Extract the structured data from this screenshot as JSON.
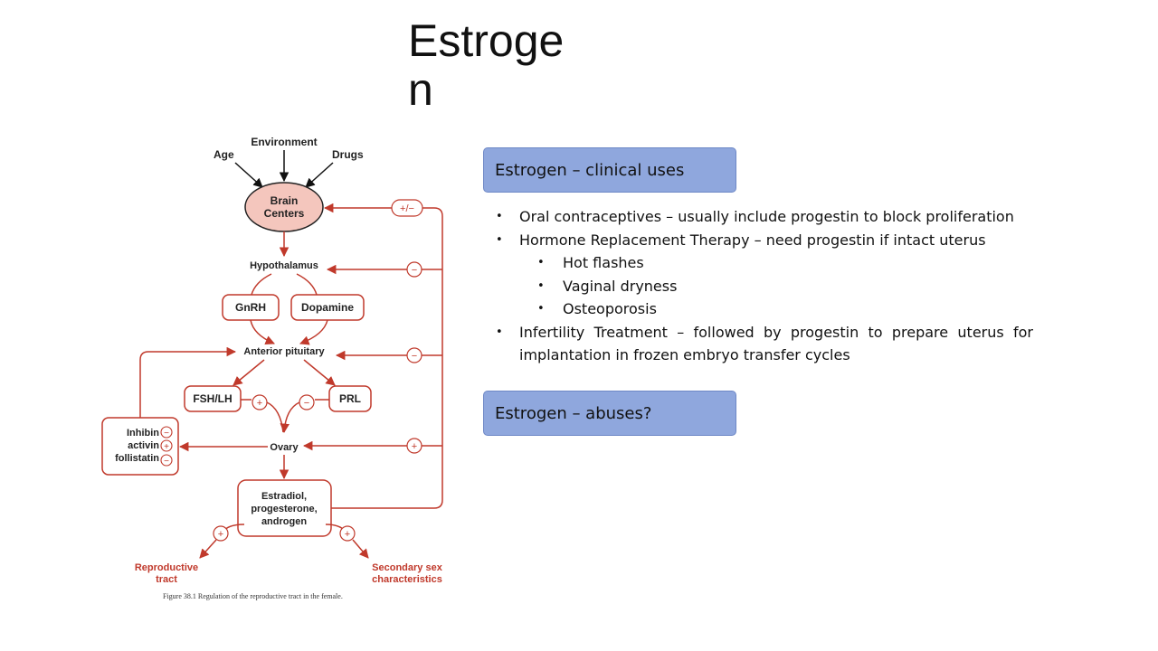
{
  "slide": {
    "title": "Estrogen",
    "sections": [
      {
        "heading": "Estrogen – clinical uses"
      },
      {
        "heading": "Estrogen – abuses?"
      }
    ],
    "bullets": [
      {
        "text": "Oral contraceptives – usually include progestin to block proliferation",
        "level": 1
      },
      {
        "text": "Hormone Replacement Therapy – need progestin if intact uterus",
        "level": 1
      },
      {
        "text": "Hot flashes",
        "level": 2
      },
      {
        "text": "Vaginal dryness",
        "level": 2
      },
      {
        "text": "Osteoporosis",
        "level": 2
      },
      {
        "text": "Infertility Treatment – followed by progestin to prepare uterus for implantation in frozen embryo transfer cycles",
        "level": 1
      }
    ]
  },
  "diagram": {
    "nodes": {
      "age": "Age",
      "environment": "Environment",
      "drugs": "Drugs",
      "brain_centers_line1": "Brain",
      "brain_centers_line2": "Centers",
      "hypothalamus": "Hypothalamus",
      "gnrh": "GnRH",
      "dopamine": "Dopamine",
      "anterior_pituitary": "Anterior pituitary",
      "fsh_lh": "FSH/LH",
      "prl": "PRL",
      "inhibin": "Inhibin",
      "activin": "activin",
      "follistatin": "follistatin",
      "ovary": "Ovary",
      "estradiol_line1": "Estradiol,",
      "estradiol_line2": "progesterone,",
      "estradiol_line3": "androgen",
      "reproductive_line1": "Reproductive",
      "reproductive_line2": "tract",
      "secondary_line1": "Secondary sex",
      "secondary_line2": "characteristics"
    },
    "signs": {
      "plus_minus": "+/−",
      "minus": "−",
      "plus": "+"
    },
    "caption": "Figure 38.1 Regulation of the reproductive tract in the female."
  },
  "colors": {
    "accent_red": "#c0392b",
    "brain_fill": "#f4c6bd",
    "header_box": "#8fa7dd"
  }
}
